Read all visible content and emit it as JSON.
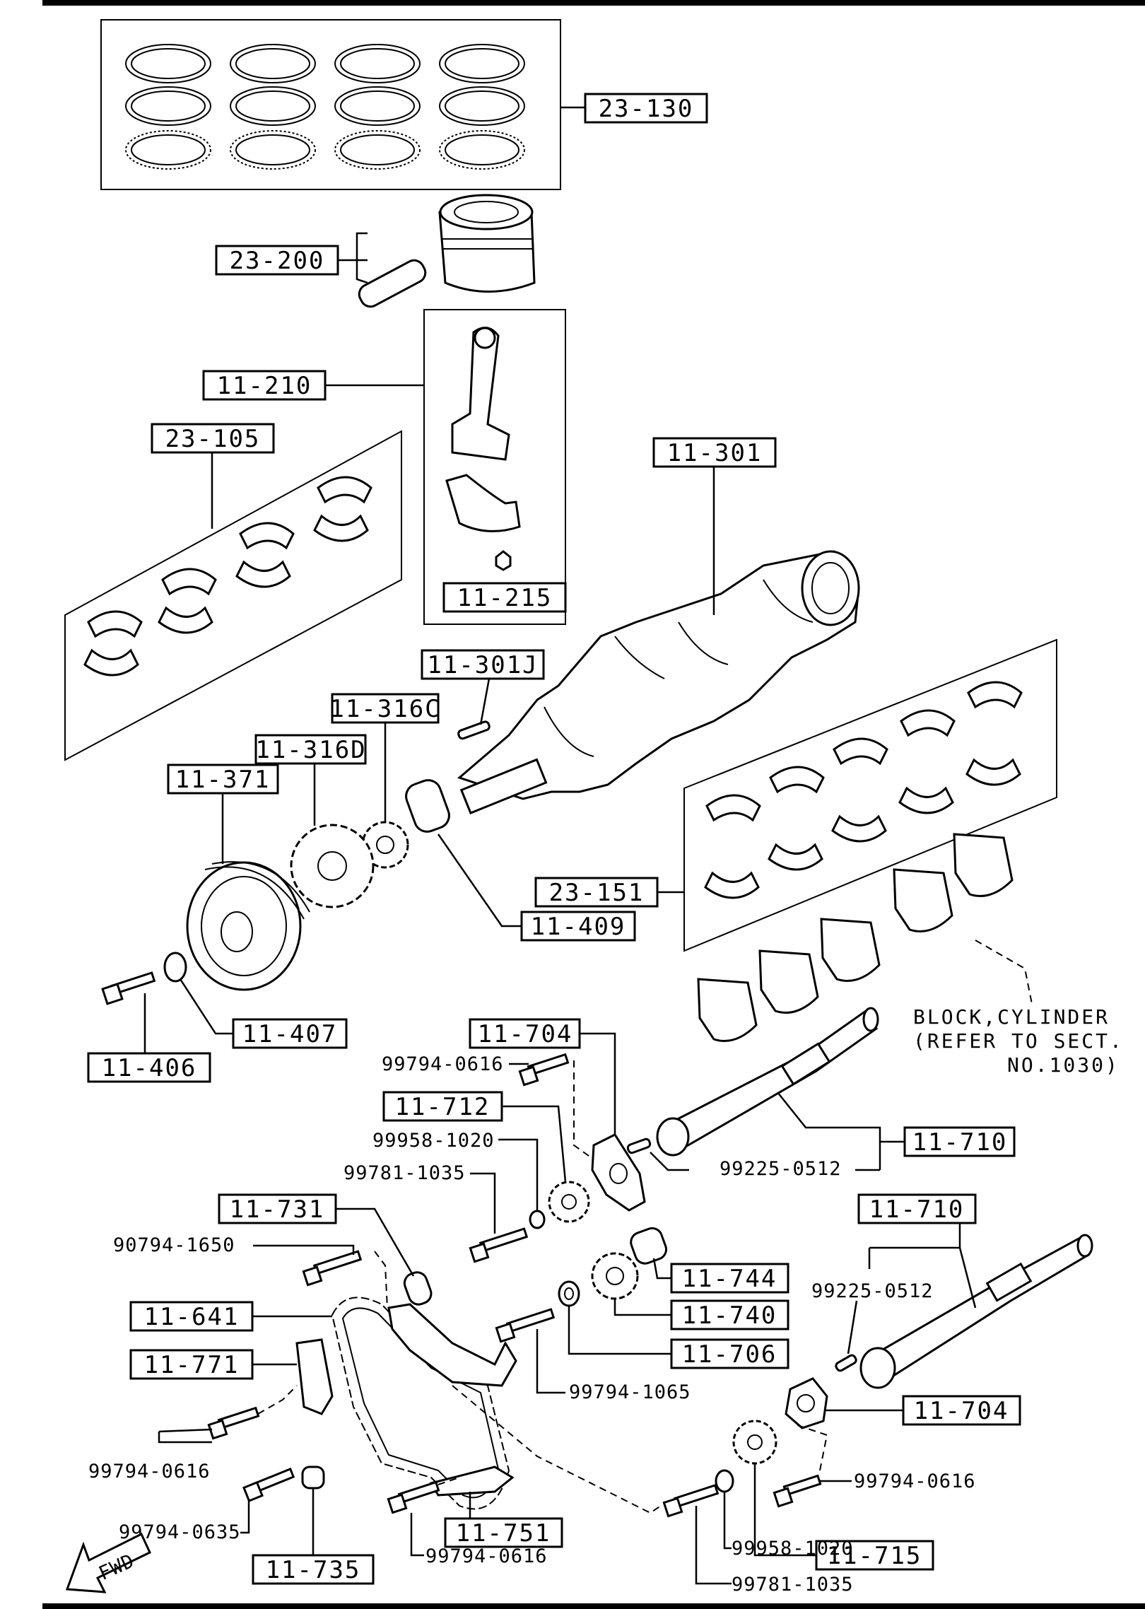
{
  "labels": {
    "l23_130": "23-130",
    "l23_200": "23-200",
    "l11_210": "11-210",
    "l23_105": "23-105",
    "l11_215": "11-215",
    "l11_301": "11-301",
    "l11_301J": "11-301J",
    "l11_316C": "11-316C",
    "l11_316D": "11-316D",
    "l11_371": "11-371",
    "l11_409": "11-409",
    "l23_151": "23-151",
    "l11_407": "11-407",
    "l11_406": "11-406",
    "l11_704a": "11-704",
    "l11_712": "11-712",
    "l11_710a": "11-710",
    "l11_731": "11-731",
    "l11_641": "11-641",
    "l11_771": "11-771",
    "l11_744": "11-744",
    "l11_740": "11-740",
    "l11_706": "11-706",
    "l11_710b": "11-710",
    "l11_704b": "11-704",
    "l11_715": "11-715",
    "l11_751": "11-751",
    "l11_735": "11-735"
  },
  "parts": {
    "p99794_0616a": "99794-0616",
    "p99958_1020a": "99958-1020",
    "p99781_1035a": "99781-1035",
    "p99225_0512a": "99225-0512",
    "p90794_1650": "90794-1650",
    "p99225_0512b": "99225-0512",
    "p99794_1065": "99794-1065",
    "p99794_0616b": "99794-0616",
    "p99794_0616c": "99794-0616",
    "p99794_0635": "99794-0635",
    "p99794_0616d": "99794-0616",
    "p99958_1020b": "99958-1020",
    "p99781_1035b": "99781-1035"
  },
  "note": {
    "line1": "BLOCK,CYLINDER",
    "line2": "(REFER TO SECT.",
    "line3": "NO.1030)"
  },
  "fwd": "FWD"
}
